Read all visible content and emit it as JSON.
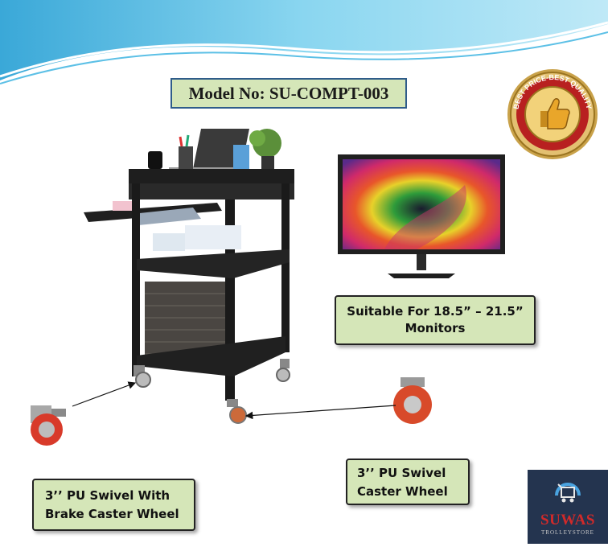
{
  "model": {
    "label": "Model No: SU-COMPT-003"
  },
  "badge": {
    "text": "BEST PRICE-BEST QUALITY"
  },
  "monitor_callout": {
    "line1": "Suitable For 18.5” – 21.5”",
    "line2": "Monitors"
  },
  "brake_callout": {
    "line1": "3’’ PU Swivel With",
    "line2": "Brake Caster Wheel"
  },
  "caster_callout": {
    "line1": "3’’ PU Swivel",
    "line2": "Caster Wheel"
  },
  "logo": {
    "name": "SUWAS",
    "tagline": "TROLLEYSTORE"
  },
  "colors": {
    "callout_bg": "#d5e6b8",
    "model_border": "#2f5c8a",
    "brand_red": "#d02a2a",
    "wave": "#7fd0ee"
  },
  "icons": [
    "thumbs-up-icon",
    "trolley-icon",
    "caster-wheel-icon"
  ]
}
